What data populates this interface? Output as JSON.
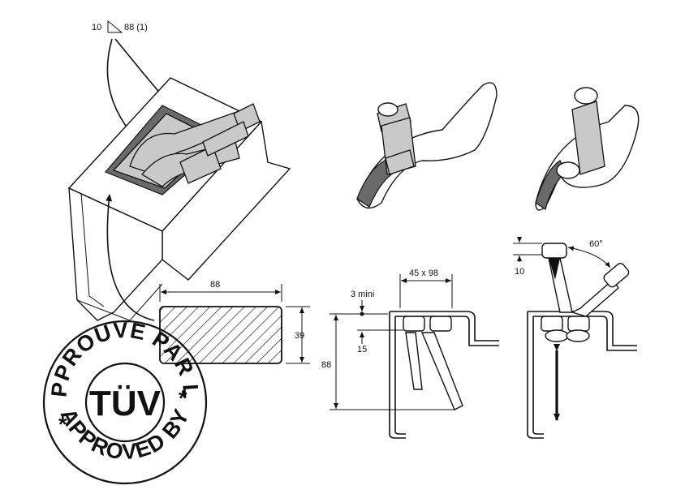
{
  "weld_symbol": {
    "left": "10",
    "right": "88 (1)"
  },
  "section": {
    "width_label": "88",
    "height_label": "39"
  },
  "detail_left": {
    "span_label": "45 x 98",
    "gap_label": "3 mini",
    "offset_label": "15",
    "height_label": "88"
  },
  "detail_right": {
    "angle_label": "60°",
    "offset_label": "10"
  },
  "seal": {
    "top_text": "APPROUVE PAR LE",
    "bottom_text": "APPROVED BY",
    "logo_text": "TÜV",
    "star": "*"
  },
  "colors": {
    "ink": "#111111",
    "metal": "#c9c9c9",
    "metal_dark": "#6a6a6a"
  }
}
